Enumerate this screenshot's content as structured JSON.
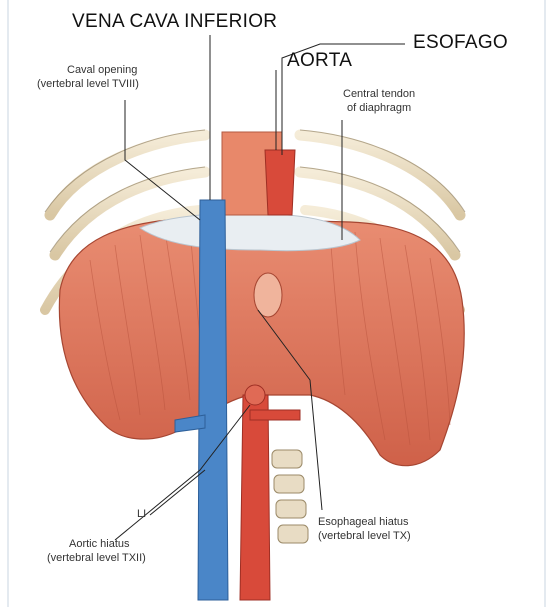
{
  "labels": {
    "vena_cava_inferior": "VENA CAVA INFERIOR",
    "esofago": "ESOFAGO",
    "aorta": "AORTA",
    "caval_opening": "Caval opening",
    "caval_opening_level": "(vertebral level TVIII)",
    "central_tendon_1": "Central tendon",
    "central_tendon_2": "of diaphragm",
    "li": "LI",
    "aortic_hiatus": "Aortic hiatus",
    "aortic_hiatus_level": "(vertebral level TXII)",
    "esophageal_hiatus": "Esophageal hiatus",
    "esophageal_hiatus_level": "(vertebral level TX)"
  },
  "colors": {
    "muscle": "#e07a5f",
    "muscle_dark": "#c95a44",
    "tendon": "#e9eef2",
    "vena_cava": "#4a86c8",
    "aorta": "#d84a3a",
    "esophagus": "#e8886a",
    "rib": "#efe2c8",
    "vertebra": "#e8dcc4"
  }
}
